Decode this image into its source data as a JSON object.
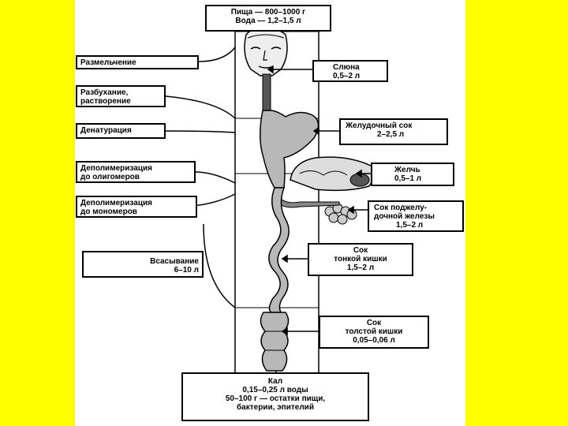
{
  "colors": {
    "background": "#ffff00",
    "panel": "#ffffff",
    "ink": "#000000",
    "tract": "#b8b8b8"
  },
  "intake": {
    "line1": "Пища — 800–1000 г",
    "line2": "Вода — 1,2–1,5 л"
  },
  "processes": [
    {
      "lines": [
        "Размельчение"
      ]
    },
    {
      "lines": [
        "Разбухание,",
        "растворение"
      ]
    },
    {
      "lines": [
        "Денатурация"
      ]
    },
    {
      "lines": [
        "Деполимеризация",
        "до олигомеров"
      ]
    },
    {
      "lines": [
        "Деполимеризация",
        "до мономеров"
      ]
    },
    {
      "lines": [
        "Всасывание",
        "6–10 л"
      ]
    }
  ],
  "secretions": [
    {
      "lines": [
        "Слюна",
        "0,5–2 л"
      ]
    },
    {
      "lines": [
        "Желудочный сок",
        "2–2,5 л"
      ]
    },
    {
      "lines": [
        "Желчь",
        "0,5–1 л"
      ]
    },
    {
      "lines": [
        "Сок поджелу-",
        "дочной железы",
        "1,5–2 л"
      ]
    },
    {
      "lines": [
        "Сок",
        "тонкой кишки",
        "1,5–2 л"
      ]
    },
    {
      "lines": [
        "Сок",
        "толстой кишки",
        "0,05–0,06 л"
      ]
    }
  ],
  "output": {
    "lines": [
      "Кал",
      "0,15–0,25 л воды",
      "50–100 г — остатки пищи,",
      "бактерии, эпителий"
    ]
  }
}
